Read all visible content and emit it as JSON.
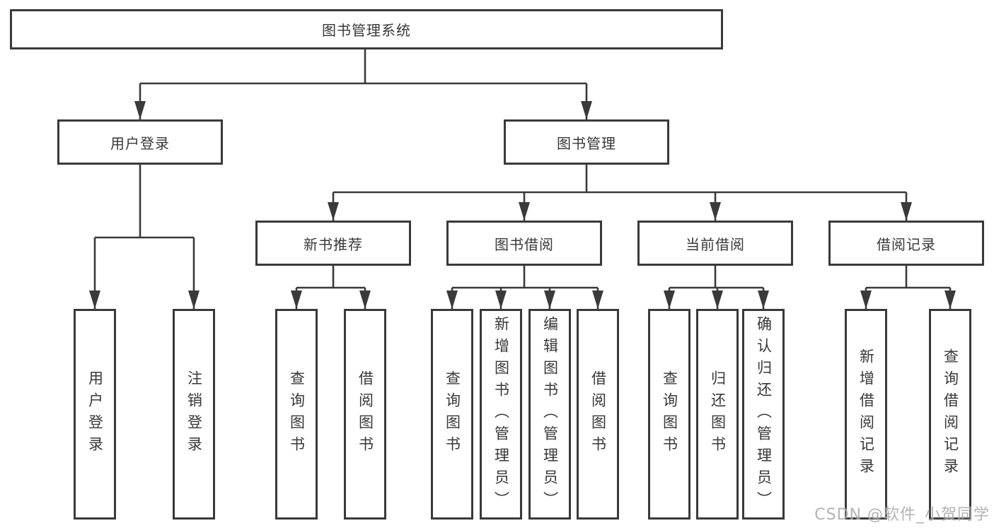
{
  "tree": {
    "root": "图书管理系统",
    "level2": [
      {
        "label": "用户登录",
        "children": [
          "用户登录",
          "注销登录"
        ]
      },
      {
        "label": "图书管理"
      }
    ],
    "level3": [
      {
        "label": "新书推荐",
        "children": [
          "查询图书",
          "借阅图书"
        ]
      },
      {
        "label": "图书借阅",
        "children": [
          "查询图书",
          "新增图书（管理员）",
          "编辑图书（管理员）",
          "借阅图书"
        ]
      },
      {
        "label": "当前借阅",
        "children": [
          "查询图书",
          "归还图书",
          "确认归还（管理员）"
        ]
      },
      {
        "label": "借阅记录",
        "children": [
          "新增借阅记录",
          "查询借阅记录"
        ]
      }
    ]
  },
  "watermark": "CSDN @软件_小贺同学",
  "colors": {
    "line": "#3a3a3a",
    "text": "#383838",
    "box_background": "#ffffff",
    "watermark": "#a6a6a6",
    "page_background": "#ffffff"
  }
}
